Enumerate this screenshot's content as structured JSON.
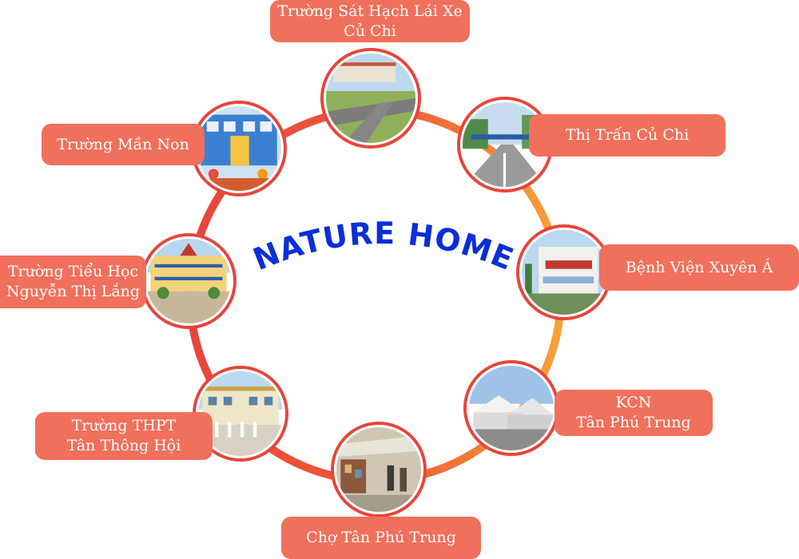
{
  "title": "NATURE HOME",
  "colors": {
    "ring_red": "#e8453a",
    "ring_orange": "#f7a23a",
    "label_bg": "#f0705c",
    "label_text": "#ffffff",
    "title_blue": "#0a2fd8"
  },
  "locations": {
    "driving_school": {
      "line1": "Trường Sát Hạch Lái Xe",
      "line2": "Củ Chi"
    },
    "town": {
      "line1": "Thị Trấn Củ Chi"
    },
    "hospital": {
      "line1": "Bệnh Viện Xuyên Á"
    },
    "industrial_park": {
      "line1": "KCN",
      "line2": "Tân Phú Trung"
    },
    "market": {
      "line1": "Chợ Tân Phú Trung"
    },
    "high_school": {
      "line1": "Trường THPT",
      "line2": "Tân Thông Hội"
    },
    "primary_school": {
      "line1": "Trường Tiểu Học",
      "line2": "Nguyễn Thị Lắng"
    },
    "kindergarten": {
      "line1": "Trường Mần Non"
    }
  },
  "photo_icons": {
    "driving_school": "driving-track-photo",
    "town": "town-street-photo",
    "hospital": "hospital-building-photo",
    "industrial_park": "factory-photo",
    "market": "market-stalls-photo",
    "high_school": "high-school-photo",
    "primary_school": "primary-school-photo",
    "kindergarten": "kindergarten-photo"
  }
}
